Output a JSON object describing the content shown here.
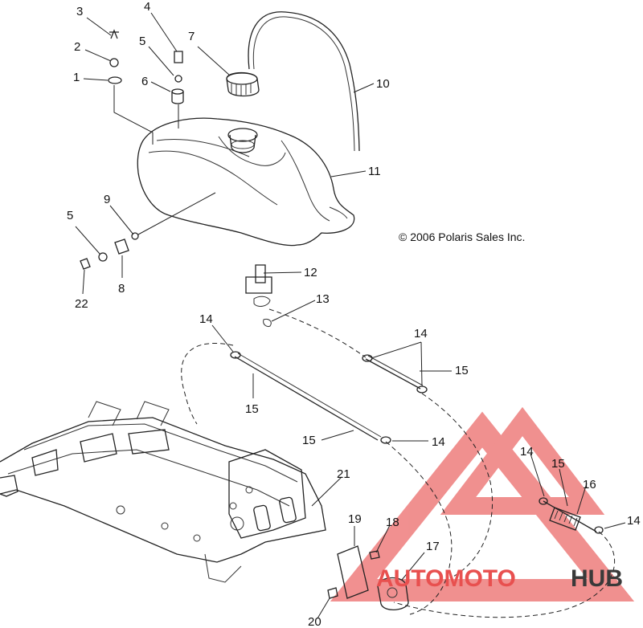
{
  "diagram": {
    "copyright": "© 2006 Polaris Sales Inc.",
    "callouts": [
      {
        "id": "c3",
        "label": "3"
      },
      {
        "id": "c4",
        "label": "4"
      },
      {
        "id": "c2",
        "label": "2"
      },
      {
        "id": "c5a",
        "label": "5"
      },
      {
        "id": "c7",
        "label": "7"
      },
      {
        "id": "c1",
        "label": "1"
      },
      {
        "id": "c6",
        "label": "6"
      },
      {
        "id": "c10",
        "label": "10"
      },
      {
        "id": "c11",
        "label": "11"
      },
      {
        "id": "c9",
        "label": "9"
      },
      {
        "id": "c5b",
        "label": "5"
      },
      {
        "id": "c8",
        "label": "8"
      },
      {
        "id": "c22",
        "label": "22"
      },
      {
        "id": "c12",
        "label": "12"
      },
      {
        "id": "c13",
        "label": "13"
      },
      {
        "id": "c14a",
        "label": "14"
      },
      {
        "id": "c14b",
        "label": "14"
      },
      {
        "id": "c15a",
        "label": "15"
      },
      {
        "id": "c15b",
        "label": "15"
      },
      {
        "id": "c15c",
        "label": "15"
      },
      {
        "id": "c14c",
        "label": "14"
      },
      {
        "id": "c14d",
        "label": "14"
      },
      {
        "id": "c15d",
        "label": "15"
      },
      {
        "id": "c16",
        "label": "16"
      },
      {
        "id": "c14e",
        "label": "14"
      },
      {
        "id": "c21",
        "label": "21"
      },
      {
        "id": "c19",
        "label": "19"
      },
      {
        "id": "c18",
        "label": "18"
      },
      {
        "id": "c17",
        "label": "17"
      },
      {
        "id": "c20",
        "label": "20"
      }
    ]
  },
  "watermark": {
    "text_part1": "AUTOMOTO",
    "text_part2": "HUB",
    "color_accent": "#e8504f",
    "color_dark": "#3a3a3a"
  }
}
